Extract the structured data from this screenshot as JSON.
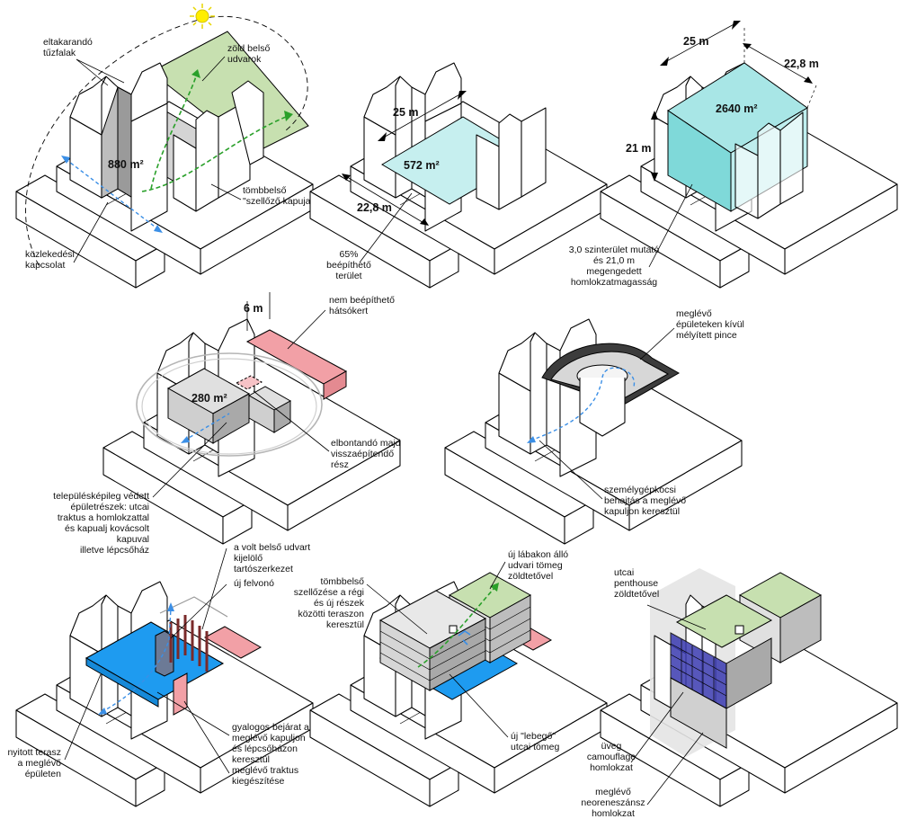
{
  "colors": {
    "line": "#000000",
    "green_roof": "#c7e0b0",
    "cyan_block": "#a8e6e6",
    "cyan_block_light": "#c6efef",
    "grey_mass": "#d0d0d0",
    "pink_zone": "#f2a0a6",
    "blue_terrace": "#1e9bf0",
    "glass_facade": "#3a3ab0",
    "sun": "#ffee00"
  },
  "panels": {
    "p1": {
      "area": "880 m²",
      "firewalls": "eltakarandó\ntűzfalak",
      "green_courts": "zöld belső\nudvarok",
      "vent_gate": "tömbbelső\n\"szellőző kapuja\"",
      "traffic": "közlekedési\nkapcsolat"
    },
    "p2": {
      "dim_25": "25 m",
      "dim_228": "22,8 m",
      "area": "572 m²",
      "built": "65%\nbeépíthető\nterület"
    },
    "p3": {
      "dim_25": "25 m",
      "dim_228": "22,8 m",
      "dim_21": "21 m",
      "area": "2640 m²",
      "note": "3,0 szinterület mutató\nés 21,0 m\nmegengedett\nhomlokzatmagasság"
    },
    "p4": {
      "dim_6": "6 m",
      "area": "280 m²",
      "backyard": "nem beépíthető\nhátsókert",
      "rebuild": "elbontandó majd\nvisszaépítendő\nrész",
      "protected": "településképileg védett\népületrészek: utcai\ntraktus a homlokzattal\nés kapualj kovácsolt\nkapuval\nilletve lépcsőház"
    },
    "p5": {
      "basement": "meglévő\népületeken kívül\nmélyített pince",
      "car": "személygépkocsi\nbehajtás a meglévő\nkapuljon keresztül"
    },
    "p6": {
      "frame": "a volt belső udvart\nkijelölő\ntartószerkezet",
      "lift": "új felvonó",
      "terrace": "nyitott terasz\na meglévő\népületen",
      "pedestrian": "gyalogos bejárat a\nmeglévő kapuljon\nés lépcsőházon\nkeresztül",
      "tract": "meglévő traktus\nkiegészítése"
    },
    "p7": {
      "vent": "tömbbelső\nszellőzése a régi\nés új részek\nközötti teraszon\nkeresztül",
      "new_mass": "új lábakon álló\nudvari tömeg\nzöldtetővel",
      "floating": "új \"lebegő\"\nutcai tömeg"
    },
    "p8": {
      "penthouse": "utcai\npenthouse\nzöldtetővel",
      "glass": "üveg\ncamouflage\nhomlokzat",
      "neo": "meglévő\nneoreneszánsz\nhomlokzat"
    }
  }
}
